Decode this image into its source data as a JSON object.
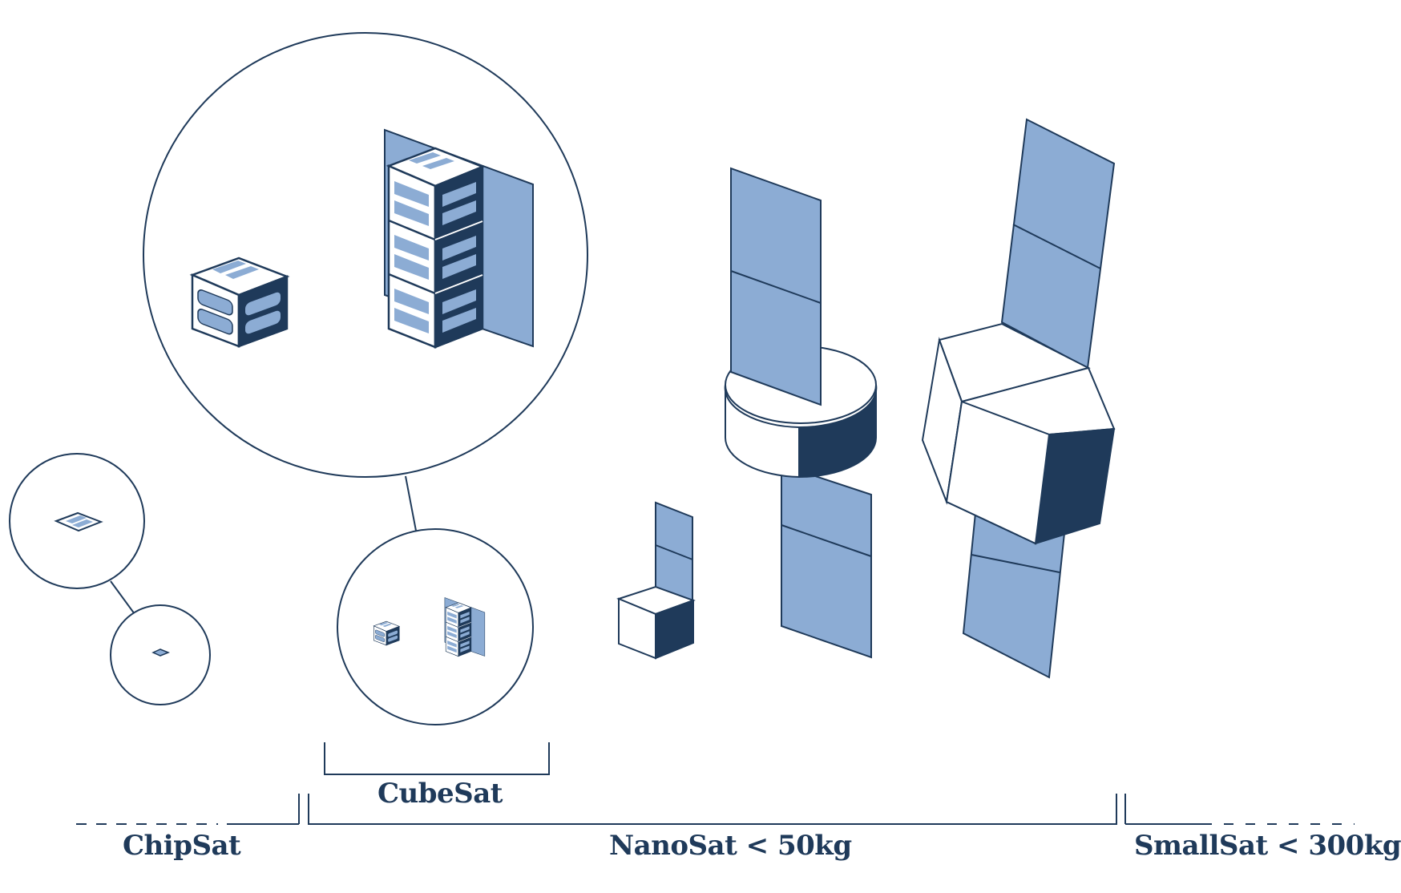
{
  "labels": {
    "chipsat": "ChipSat",
    "cubesat": "CubeSat",
    "nanosat": "NanoSat < 50kg",
    "smallsat": "SmallSat < 300kg"
  },
  "colors": {
    "ink": "#1f3a5a",
    "panel": "#8cacd4",
    "fill": "#ffffff"
  },
  "icons": {
    "chipsat": "chipsat-icon",
    "cubesat_1u": "cubesat-1u-icon",
    "cubesat_3u": "cubesat-3u-icon",
    "nanosat": "nanosat-icon",
    "microsat": "cylindrical-satellite-icon",
    "smallsat": "hexagonal-satellite-icon"
  }
}
